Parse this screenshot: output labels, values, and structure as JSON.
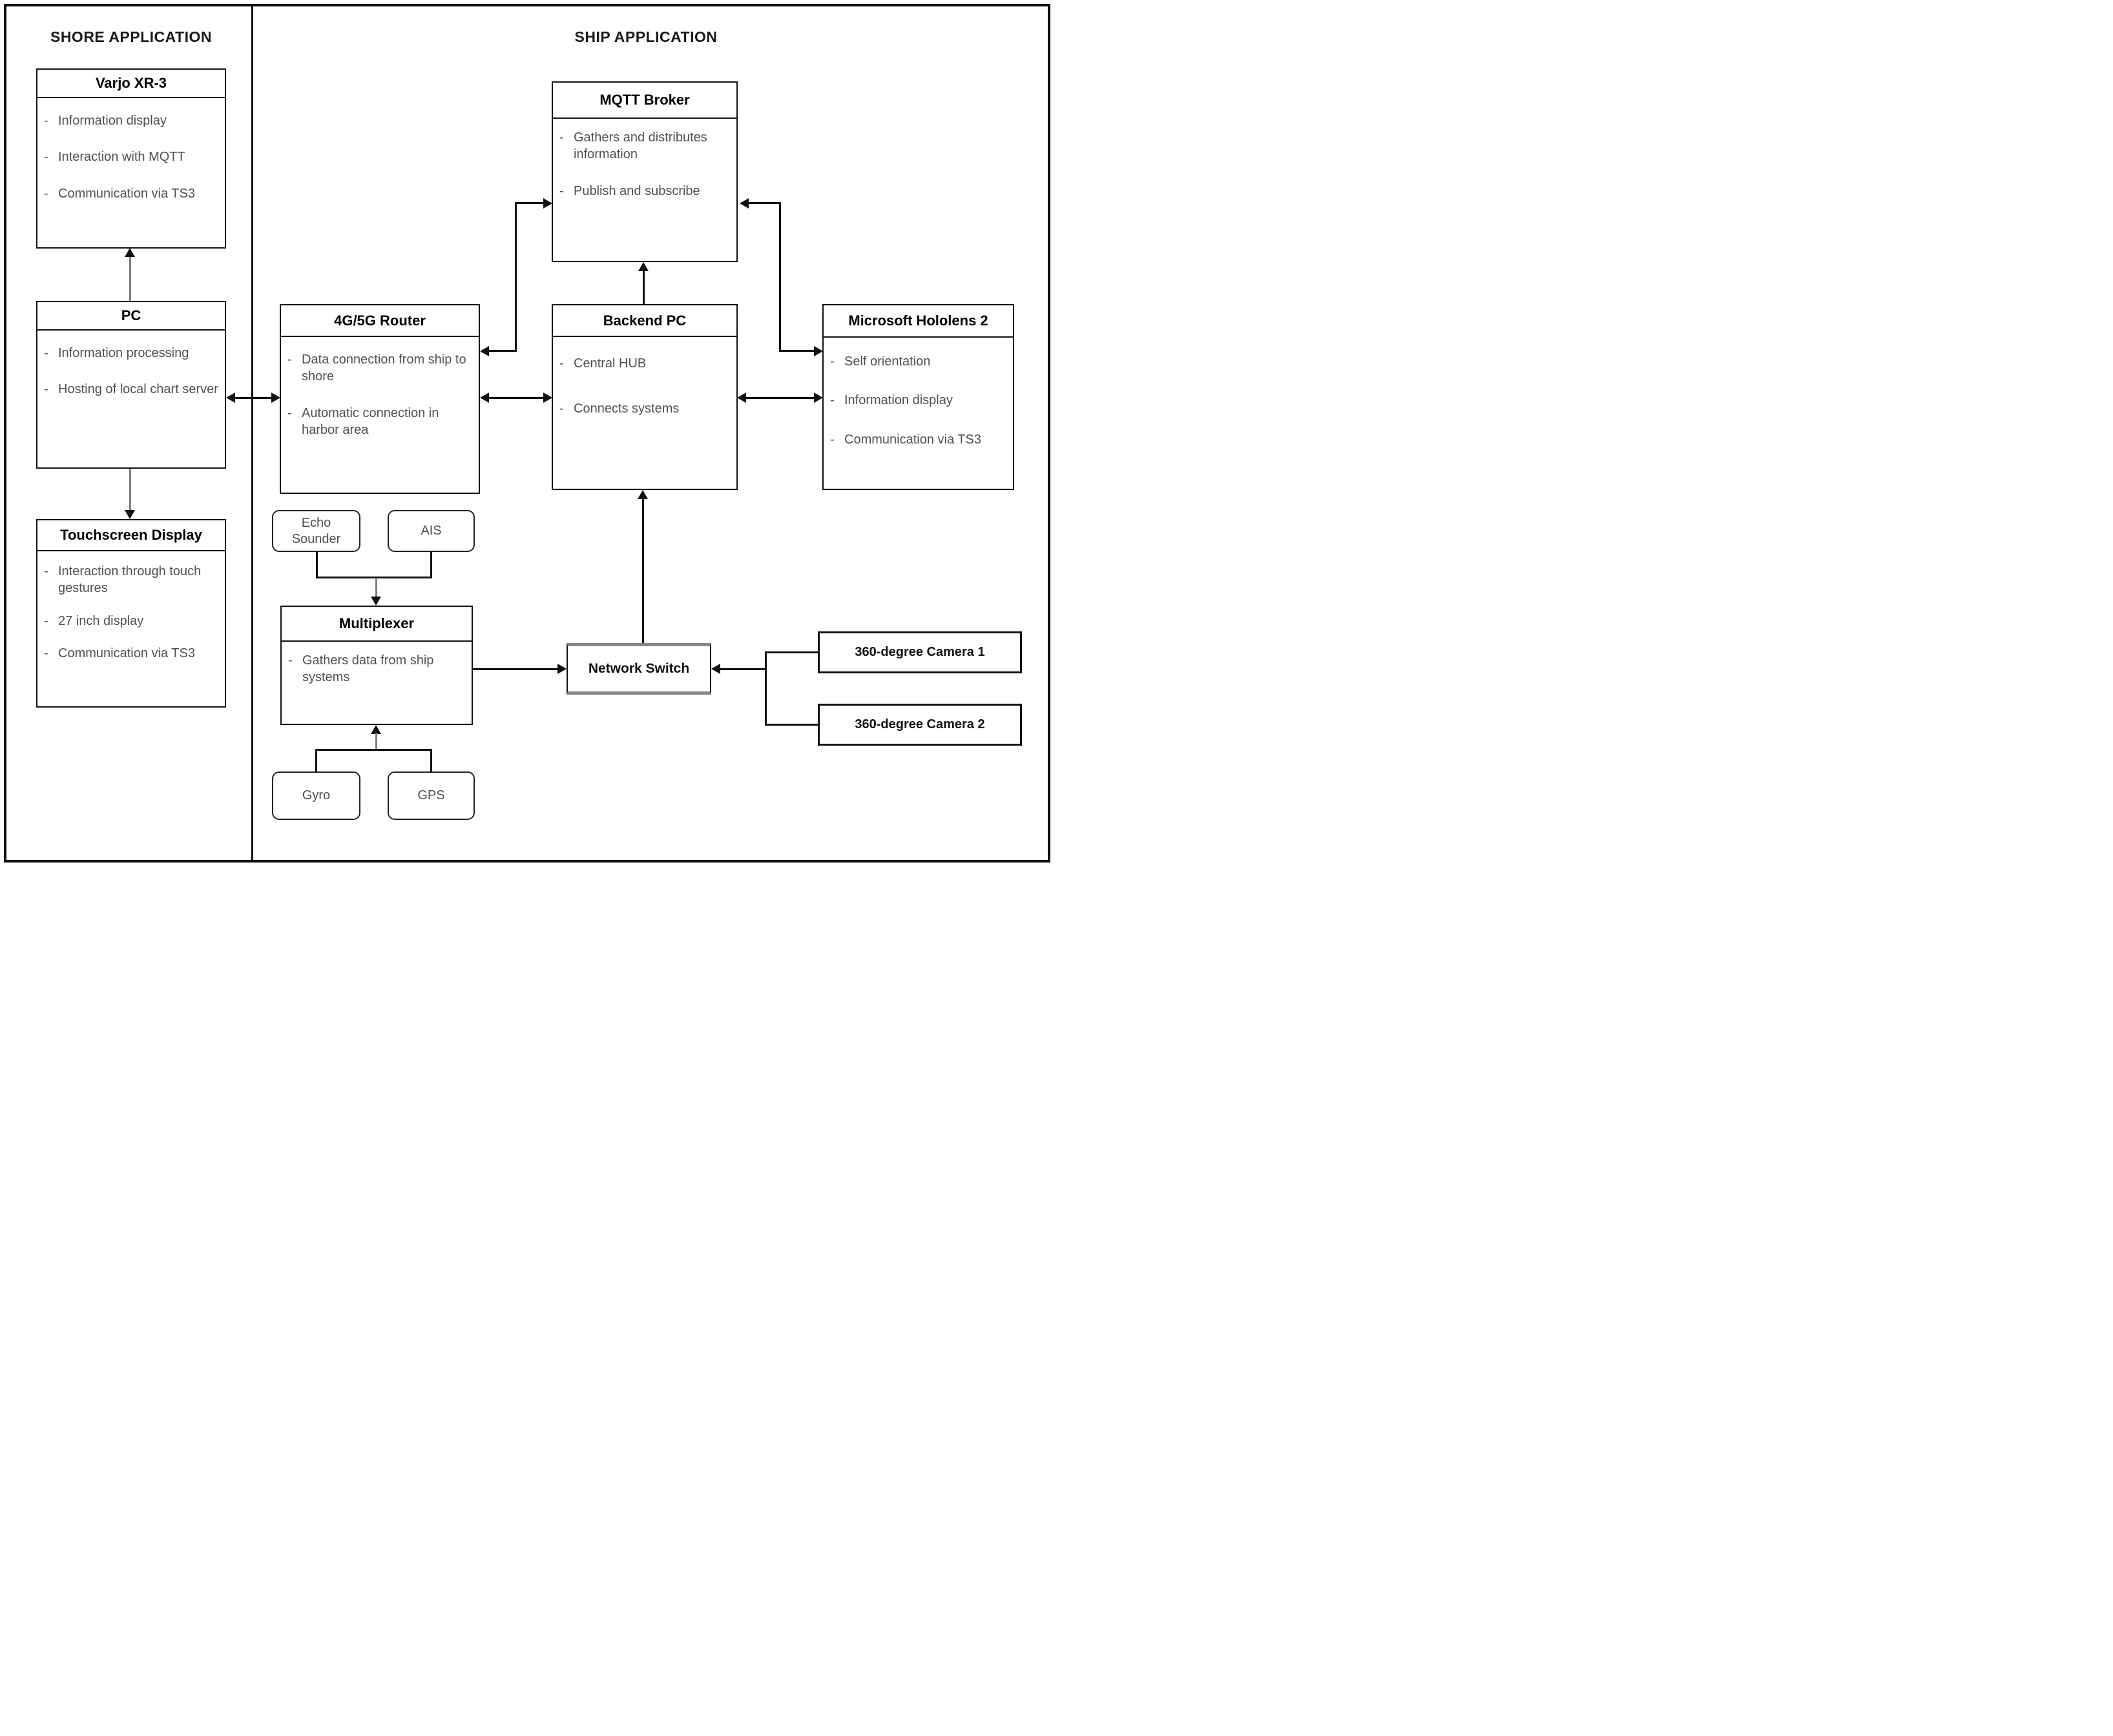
{
  "diagram": {
    "sections": {
      "shore": {
        "title": "SHORE APPLICATION"
      },
      "ship": {
        "title": "SHIP APPLICATION"
      }
    },
    "boxes": {
      "varjo": {
        "title": "Varjo XR-3",
        "items": [
          "Information display",
          "Interaction with MQTT",
          "Communication via TS3"
        ]
      },
      "pc": {
        "title": "PC",
        "items": [
          "Information processing",
          "Hosting of local chart server"
        ]
      },
      "touchscreen": {
        "title": "Touchscreen Display",
        "items": [
          "Interaction through touch gestures",
          "27 inch display",
          "Communication via TS3"
        ]
      },
      "router": {
        "title": "4G/5G Router",
        "items": [
          "Data connection from ship to shore",
          "Automatic connection in harbor area"
        ]
      },
      "mqtt": {
        "title": "MQTT Broker",
        "items": [
          "Gathers and distributes information",
          "Publish and subscribe"
        ]
      },
      "backend": {
        "title": "Backend PC",
        "items": [
          "Central HUB",
          "Connects systems"
        ]
      },
      "hololens": {
        "title": "Microsoft Hololens 2",
        "items": [
          "Self orientation",
          "Information display",
          "Communication via TS3"
        ]
      },
      "multiplexer": {
        "title": "Multiplexer",
        "items": [
          "Gathers data from ship systems"
        ]
      },
      "echo_sounder": {
        "label": "Echo Sounder"
      },
      "ais": {
        "label": "AIS"
      },
      "gyro": {
        "label": "Gyro"
      },
      "gps": {
        "label": "GPS"
      },
      "network_switch": {
        "label": "Network Switch"
      },
      "camera1": {
        "label": "360-degree Camera 1"
      },
      "camera2": {
        "label": "360-degree Camera 2"
      }
    },
    "colors": {
      "line": "#111111",
      "body_text": "#505050",
      "switch_border": "#868686"
    },
    "bullet_marker": "-"
  }
}
